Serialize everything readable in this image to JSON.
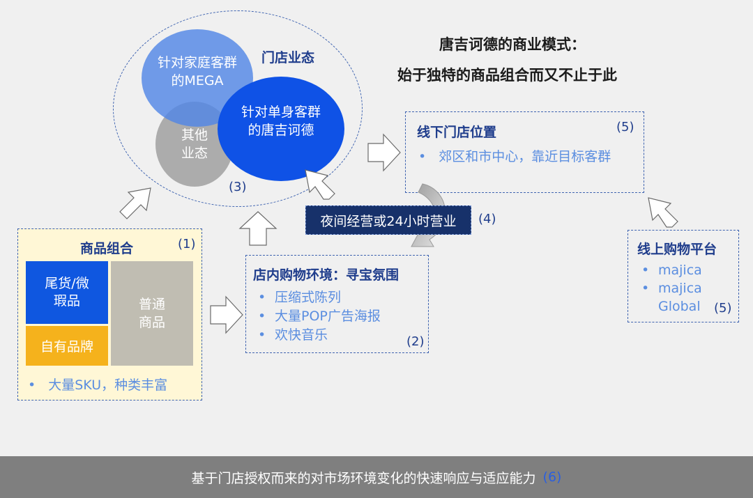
{
  "heading": {
    "line1": "唐吉诃德的商业模式：",
    "line2": "始于独特的商品组合而又不止于此"
  },
  "store_formats": {
    "label": "门店业态",
    "num": "(3)",
    "mega": "针对家庭客群的MEGA",
    "donki": "针对单身客群的唐吉诃德",
    "other": "其他业态"
  },
  "product_mix": {
    "title": "商品组合",
    "num": "(1)",
    "outlet": "尾货/微瑕品",
    "private": "自有品牌",
    "regular": "普通商品",
    "bullet": "大量SKU，种类丰富"
  },
  "in_store": {
    "title": "店内购物环境：寻宝氛围",
    "num": "(2)",
    "bullets": [
      "压缩式陈列",
      "大量POP广告海报",
      "欢快音乐"
    ]
  },
  "night": {
    "label": "夜间经营或24小时营业",
    "num": "(4)"
  },
  "offline": {
    "title": "线下门店位置",
    "num": "(5)",
    "bullet": "郊区和市中心，靠近目标客群"
  },
  "online": {
    "title": "线上购物平台",
    "num": "(5)",
    "bullets": [
      "majica",
      "majica Global"
    ]
  },
  "footer": {
    "text": "基于门店授权而来的对市场环境变化的快速响应与适应能力",
    "num": "(6)"
  },
  "colors": {
    "navy": "#1f3d8c",
    "light_blue": "#5b8ee0",
    "box_fill": "#fff7d6",
    "outlet_blue": "#0f57e0",
    "private_orange": "#f5b21c",
    "regular_gray": "#c0bdb2",
    "footer_gray": "#7f7f7f"
  }
}
